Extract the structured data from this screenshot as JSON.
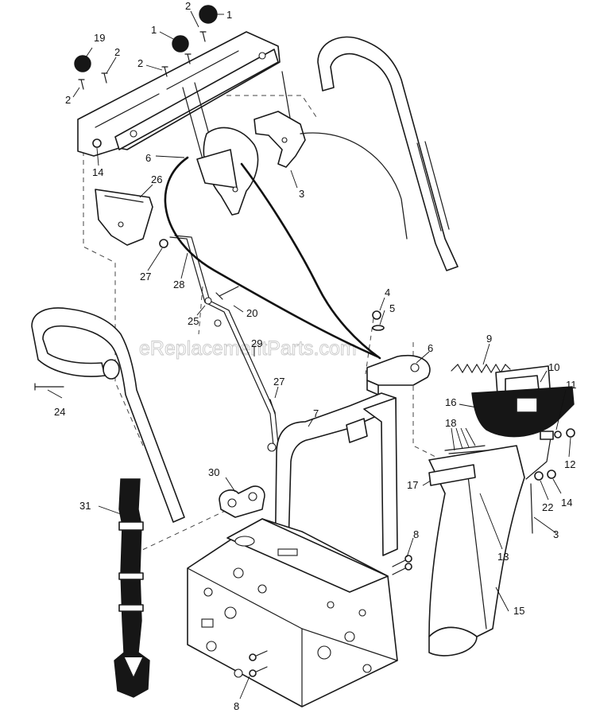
{
  "watermark": "eReplacementParts.com",
  "callouts": [
    "1",
    "1",
    "2",
    "2",
    "2",
    "2",
    "19",
    "14",
    "26",
    "6",
    "3",
    "27",
    "28",
    "25",
    "20",
    "4",
    "5",
    "6",
    "29",
    "9",
    "10",
    "11",
    "16",
    "18",
    "12",
    "27",
    "24",
    "7",
    "17",
    "22",
    "14",
    "3",
    "13",
    "30",
    "31",
    "8",
    "15",
    "8"
  ]
}
